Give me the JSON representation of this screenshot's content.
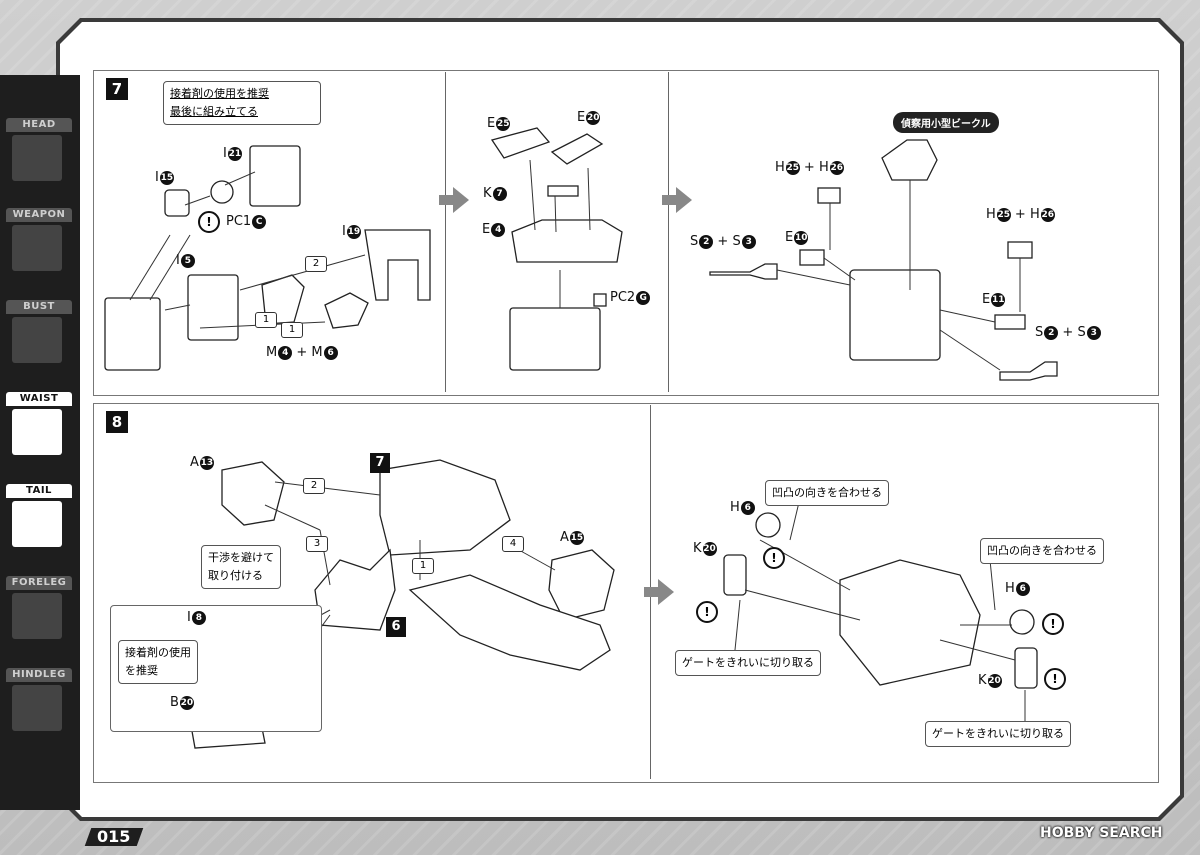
{
  "page_number": "015",
  "watermark": "HOBBY SEARCH",
  "sidebar": {
    "items": [
      {
        "label": "HEAD"
      },
      {
        "label": "WEAPON"
      },
      {
        "label": "BUST"
      },
      {
        "label": "WAIST",
        "active": true
      },
      {
        "label": "TAIL"
      },
      {
        "label": "FORELEG"
      },
      {
        "label": "HINDLEG"
      }
    ]
  },
  "step7": {
    "number": "7",
    "note_glue": "接着剤の使用を推奨",
    "note_last": "最後に組み立てる",
    "recon_vehicle": "偵察用小型ビークル",
    "labels": {
      "i21": {
        "letter": "I",
        "num": "21"
      },
      "i15": {
        "letter": "I",
        "num": "15"
      },
      "pc1c": {
        "letter": "PC1",
        "num": "C"
      },
      "i19": {
        "letter": "I",
        "num": "19"
      },
      "i5": {
        "letter": "I",
        "num": "5"
      },
      "m4": {
        "letter": "M",
        "num": "4"
      },
      "m6": {
        "letter": "M",
        "num": "6"
      },
      "e25": {
        "letter": "E",
        "num": "25"
      },
      "e20": {
        "letter": "E",
        "num": "20"
      },
      "k7": {
        "letter": "K",
        "num": "7"
      },
      "e4": {
        "letter": "E",
        "num": "4"
      },
      "pc2g": {
        "letter": "PC2",
        "num": "G"
      },
      "h25a": {
        "letter": "H",
        "num": "25"
      },
      "h26a": {
        "letter": "H",
        "num": "26"
      },
      "e10": {
        "letter": "E",
        "num": "10"
      },
      "s2a": {
        "letter": "S",
        "num": "2"
      },
      "s3a": {
        "letter": "S",
        "num": "3"
      },
      "h25b": {
        "letter": "H",
        "num": "25"
      },
      "h26b": {
        "letter": "H",
        "num": "26"
      },
      "e11": {
        "letter": "E",
        "num": "11"
      },
      "s2b": {
        "letter": "S",
        "num": "2"
      },
      "s3b": {
        "letter": "S",
        "num": "3"
      }
    },
    "order": [
      "2",
      "1",
      "1"
    ]
  },
  "step8": {
    "number": "8",
    "sub7": "7",
    "sub6": "6",
    "note_avoid_l1": "干渉を避けて",
    "note_avoid_l2": "取り付ける",
    "note_glue_l1": "接着剤の使用",
    "note_glue_l2": "を推奨",
    "note_align_1": "凹凸の向きを合わせる",
    "note_align_2": "凹凸の向きを合わせる",
    "note_gate_1": "ゲートをきれいに切り取る",
    "note_gate_2": "ゲートをきれいに切り取る",
    "labels": {
      "a13": {
        "letter": "A",
        "num": "13"
      },
      "a15": {
        "letter": "A",
        "num": "15"
      },
      "i8": {
        "letter": "I",
        "num": "8"
      },
      "b20": {
        "letter": "B",
        "num": "20"
      },
      "h6a": {
        "letter": "H",
        "num": "6"
      },
      "k20a": {
        "letter": "K",
        "num": "20"
      },
      "h6b": {
        "letter": "H",
        "num": "6"
      },
      "k20b": {
        "letter": "K",
        "num": "20"
      }
    },
    "order": [
      "2",
      "3",
      "1",
      "4"
    ]
  }
}
